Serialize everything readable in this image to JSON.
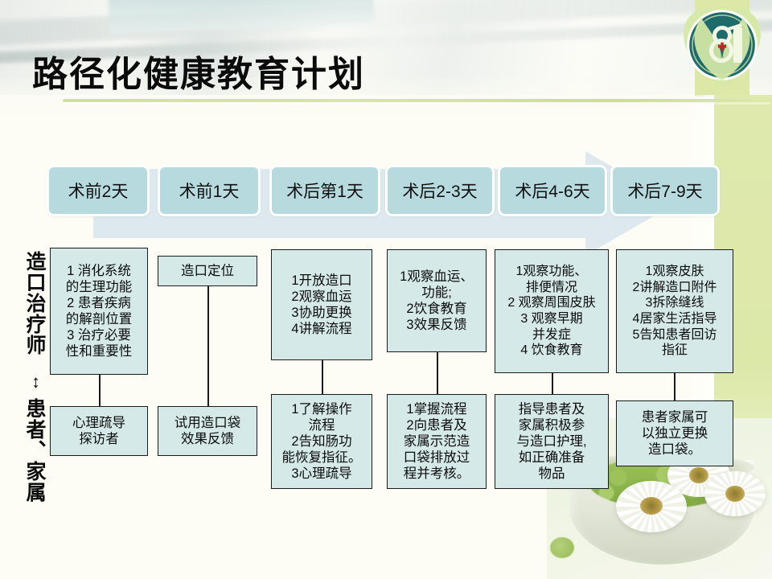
{
  "slide": {
    "title": "路径化健康教育计划",
    "logo": {
      "name": "hospital-emblem-81",
      "text": "81",
      "cross": "+",
      "colors": {
        "teal": "#1f6b6b",
        "light": "#d7e9a8",
        "red": "#cc2222"
      }
    },
    "accent_colors": {
      "pill": "#b6dade",
      "box": "#d4e9e8",
      "band": "#dce8a8",
      "rule": "#cfe08e",
      "arrow": "#dbe9ee"
    }
  },
  "timeline": {
    "arrow_name": "process-arrow",
    "stages": [
      {
        "label": "术前2天"
      },
      {
        "label": "术前1天"
      },
      {
        "label": "术后第1天"
      },
      {
        "label": "术后2-3天"
      },
      {
        "label": "术后4-6天"
      },
      {
        "label": "术后7-9天"
      }
    ]
  },
  "side_label": {
    "top": "造口治疗师",
    "arrow": "↕",
    "bottom": "患者、家属"
  },
  "rows": {
    "therapist": [
      "1 消化系统\n的生理功能\n2 患者疾病\n的解剖位置\n3 治疗必要\n性和重要性",
      "造口定位",
      "1开放造口\n2观察血运\n3协助更换\n4讲解流程",
      "1观察血运、\n功能;\n2饮食教育\n3效果反馈",
      "1观察功能、\n排便情况\n 2 观察周围皮肤\n 3 观察早期\n  并发症\n 4 饮食教育",
      "1观察皮肤\n2讲解造口附件\n3拆除缝线\n4居家生活指导\n5告知患者回访\n指征"
    ],
    "patient": [
      "心理疏导\n探访者",
      "试用造口袋\n效果反馈",
      "1了解操作\n  流程\n2告知肠功\n能恢复指征。\n3心理疏导",
      "1掌握流程\n2向患者及\n家属示范造\n口袋排放过\n程并考核。",
      "指导患者及\n家属积极参\n与造口护理,\n如正确准备\n物品",
      "患者家属可\n以独立更换\n造口袋。"
    ]
  }
}
